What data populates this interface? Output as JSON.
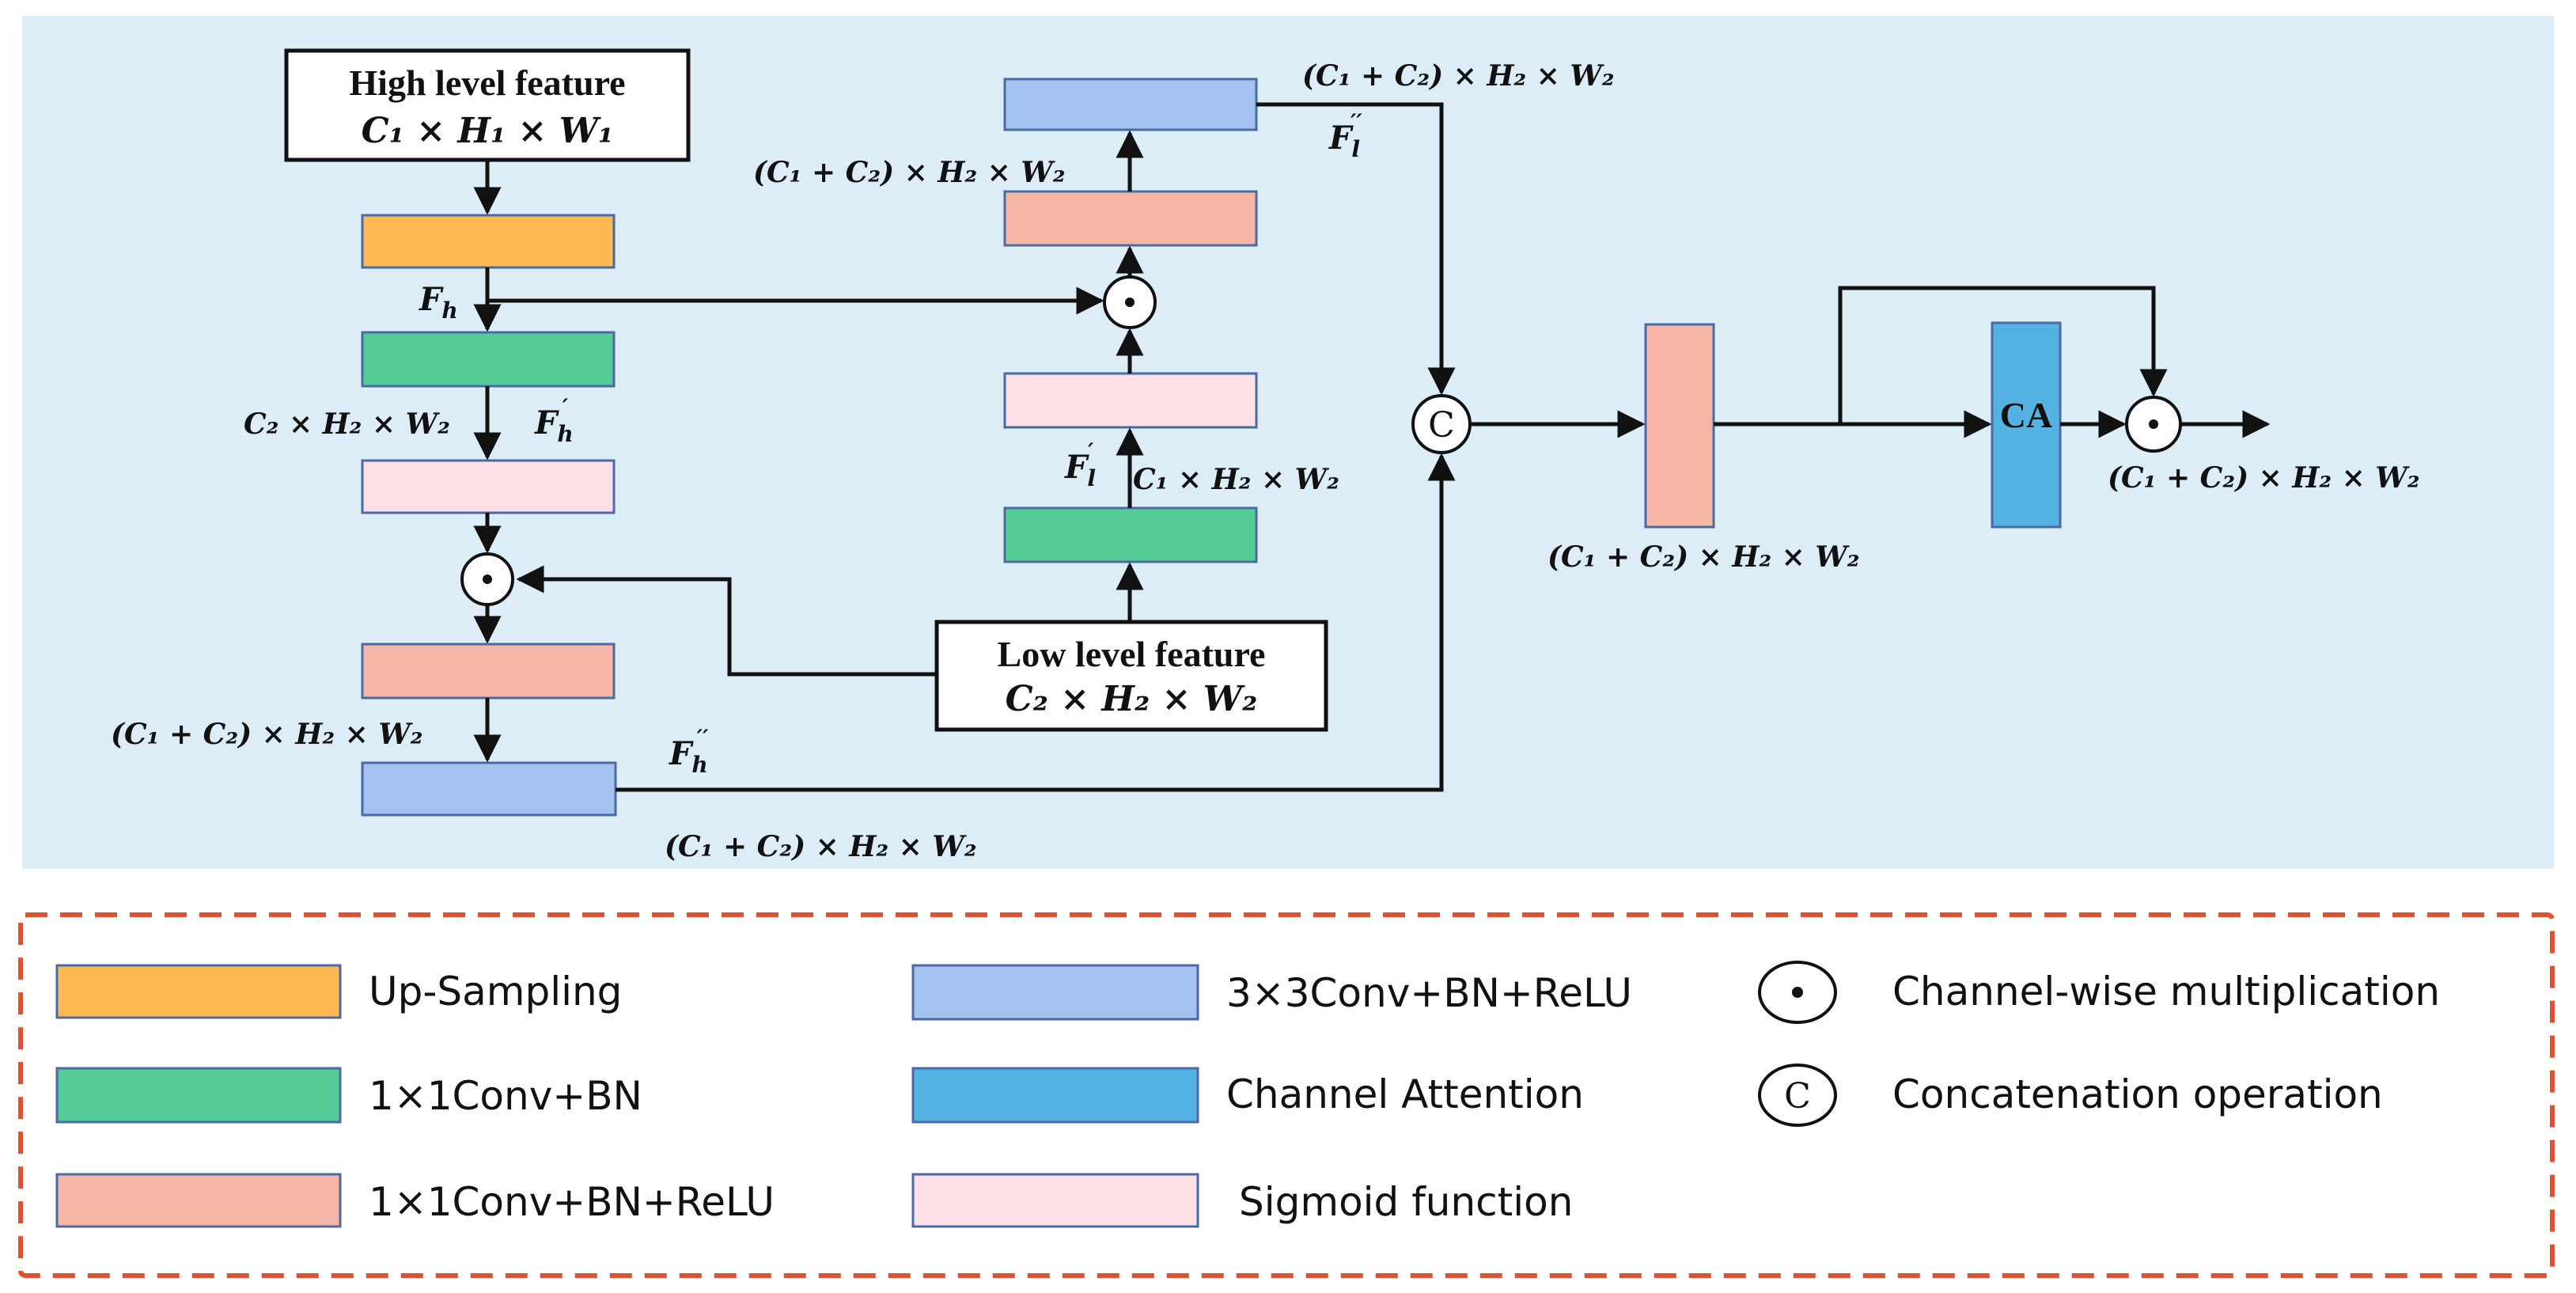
{
  "colors": {
    "background_panel": "#dcedf8",
    "legend_border": "#e0522f",
    "up_sampling": "#ffb954",
    "conv1x1_bn": "#55cc97",
    "conv1x1_bn_relu": "#f6b6a6",
    "conv3x3_bn_relu": "#a3c2ef",
    "channel_attention": "#55b3e3",
    "sigmoid": "#fce0e6"
  },
  "inputs": {
    "high": {
      "title": "High level feature",
      "dims": "C₁ × H₁ × W₁"
    },
    "low": {
      "title": "Low level feature",
      "dims": "C₂ × H₂ × W₂"
    }
  },
  "labels": {
    "f_h": "F",
    "f_h_sub": "h",
    "f_h_prime_sub": "h",
    "f_h_dprime_sub": "h",
    "f_l_prime_sub": "l",
    "f_l_dprime_sub": "l",
    "prime": "′",
    "dprime": "′′",
    "c2h2w2_left": "C₂ × H₂ × W₂",
    "c1c2_left": "(C₁ + C₂) × H₂ × W₂",
    "c1c2_bottom": "(C₁ + C₂) × H₂ × W₂",
    "c1c2_top_mid": "(C₁ + C₂) × H₂ × W₂",
    "c1c2_top_right": "(C₁ + C₂) × H₂ × W₂",
    "c1h2w2_mid": "C₁ × H₂ × W₂",
    "c1c2_after_conv": "(C₁ + C₂) × H₂ × W₂",
    "c1c2_output": "(C₁ + C₂) × H₂ × W₂",
    "ca": "CA",
    "concat_symbol": "C",
    "mult_symbol": "•"
  },
  "legend": {
    "items": [
      {
        "label": "Up-Sampling",
        "kind": "up_sampling"
      },
      {
        "label": "1×1Conv+BN",
        "kind": "conv1x1_bn"
      },
      {
        "label": "1×1Conv+BN+ReLU",
        "kind": "conv1x1_bn_relu"
      },
      {
        "label": "3×3Conv+BN+ReLU",
        "kind": "conv3x3_bn_relu"
      },
      {
        "label": "Channel Attention",
        "kind": "channel_attention"
      },
      {
        "label": "Sigmoid function",
        "kind": "sigmoid"
      },
      {
        "label": "Channel-wise multiplication",
        "kind": "mult-icon"
      },
      {
        "label": "Concatenation operation",
        "kind": "concat-icon"
      }
    ]
  }
}
